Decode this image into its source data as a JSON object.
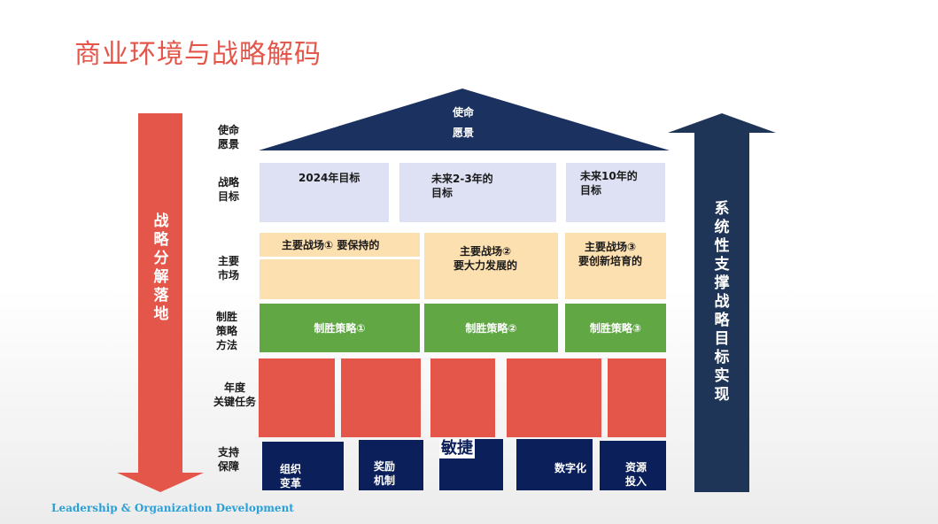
{
  "title": "商业环境与战略解码",
  "roof": {
    "line1": "使命",
    "line2": "愿景"
  },
  "row_labels": {
    "mission": [
      "使命",
      "愿景"
    ],
    "goals": [
      "战略",
      "目标"
    ],
    "markets": [
      "主要",
      "市场"
    ],
    "strategies": [
      "制胜",
      "策略",
      "方法"
    ],
    "tasks": [
      "年度",
      "关键任务"
    ],
    "support": [
      "支持",
      "保障"
    ]
  },
  "goals": [
    {
      "line1": "2024年目标",
      "line2": ""
    },
    {
      "line1": "未来2-3年的",
      "line2": "目标"
    },
    {
      "line1": "未来10年的",
      "line2": "目标"
    }
  ],
  "markets": [
    {
      "line1": "主要战场① 要保持的",
      "line2": ""
    },
    {
      "line1": "主要战场②",
      "line2": "要大力发展的"
    },
    {
      "line1": "主要战场③",
      "line2": "要创新培育的"
    }
  ],
  "strategies": [
    "制胜策略①",
    "制胜策略②",
    "制胜策略③"
  ],
  "support": [
    {
      "line1": "组织",
      "line2": "变革"
    },
    {
      "line1": "奖励",
      "line2": "机制"
    },
    {
      "line1": "敏捷",
      "line2": ""
    },
    {
      "line1": "数字化",
      "line2": ""
    },
    {
      "line1": "资源",
      "line2": "投入"
    }
  ],
  "left_arrow_text": [
    "战",
    "略",
    "分",
    "解",
    "落",
    "地"
  ],
  "right_arrow_text": [
    "系",
    "统",
    "性",
    "支",
    "撑",
    "战",
    "略",
    "目",
    "标",
    "实",
    "现"
  ],
  "footer": "Leadership & Organization Development",
  "colors": {
    "title": "#e4554a",
    "roof": "#1b3260",
    "goal": "#dde1f3",
    "market": "#fde0b0",
    "strategy": "#61a845",
    "task": "#e4554a",
    "support": "#0b1f5a",
    "left_arrow": "#e4554a",
    "right_arrow": "#1f3557",
    "footer": "#2aa0d8"
  }
}
